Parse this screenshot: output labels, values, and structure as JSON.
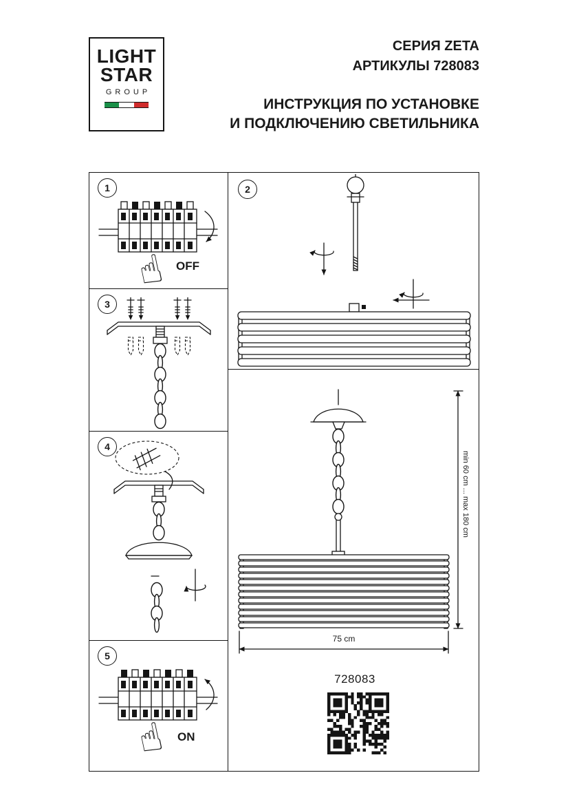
{
  "logo": {
    "line1": "LIGHT",
    "line2": "STAR",
    "line3": "GROUP",
    "flag_green": "#1a9048",
    "flag_white": "#ffffff",
    "flag_red": "#d02c2c"
  },
  "header": {
    "series": "СЕРИЯ ZETA",
    "articles": "АРТИКУЛЫ 728083",
    "title_line1": "ИНСТРУКЦИЯ ПО УСТАНОВКЕ",
    "title_line2": "И ПОДКЛЮЧЕНИЮ СВЕТИЛЬНИКА"
  },
  "steps": {
    "s1": {
      "num": "1",
      "label": "OFF"
    },
    "s2": {
      "num": "2"
    },
    "s3": {
      "num": "3"
    },
    "s4": {
      "num": "4"
    },
    "s5": {
      "num": "5",
      "label": "ON"
    }
  },
  "figure": {
    "height_range": "min 60 cm ... max 180 cm",
    "width": "75 cm",
    "article": "728083"
  },
  "colors": {
    "ink": "#151515"
  }
}
